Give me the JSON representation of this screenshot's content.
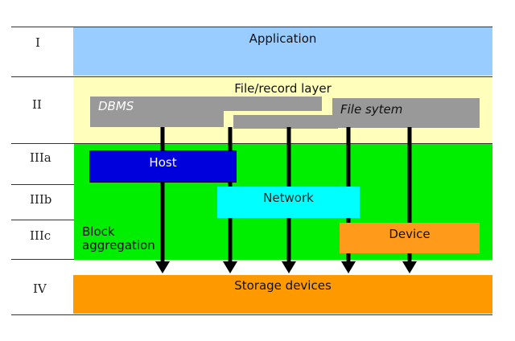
{
  "layers": {
    "I": "I",
    "II": "II",
    "IIIa": "IIIa",
    "IIIb": "IIIb",
    "IIIc": "IIIc",
    "IV": "IV"
  },
  "boxes": {
    "application": "Application",
    "file_record_layer": "File/record layer",
    "dbms": "DBMS",
    "file_system": "File sytem",
    "host": "Host",
    "network": "Network",
    "block_aggregation": "Block\naggregation",
    "device": "Device",
    "storage_devices": "Storage devices"
  },
  "colors": {
    "application": "#99ccff",
    "file_record_layer": "#ffffbb",
    "block_layers": "#00ee00",
    "gray": "#999999",
    "host": "#0000dd",
    "network": "#00ffff",
    "device": "#ff9a1a",
    "storage": "#ff9900"
  }
}
